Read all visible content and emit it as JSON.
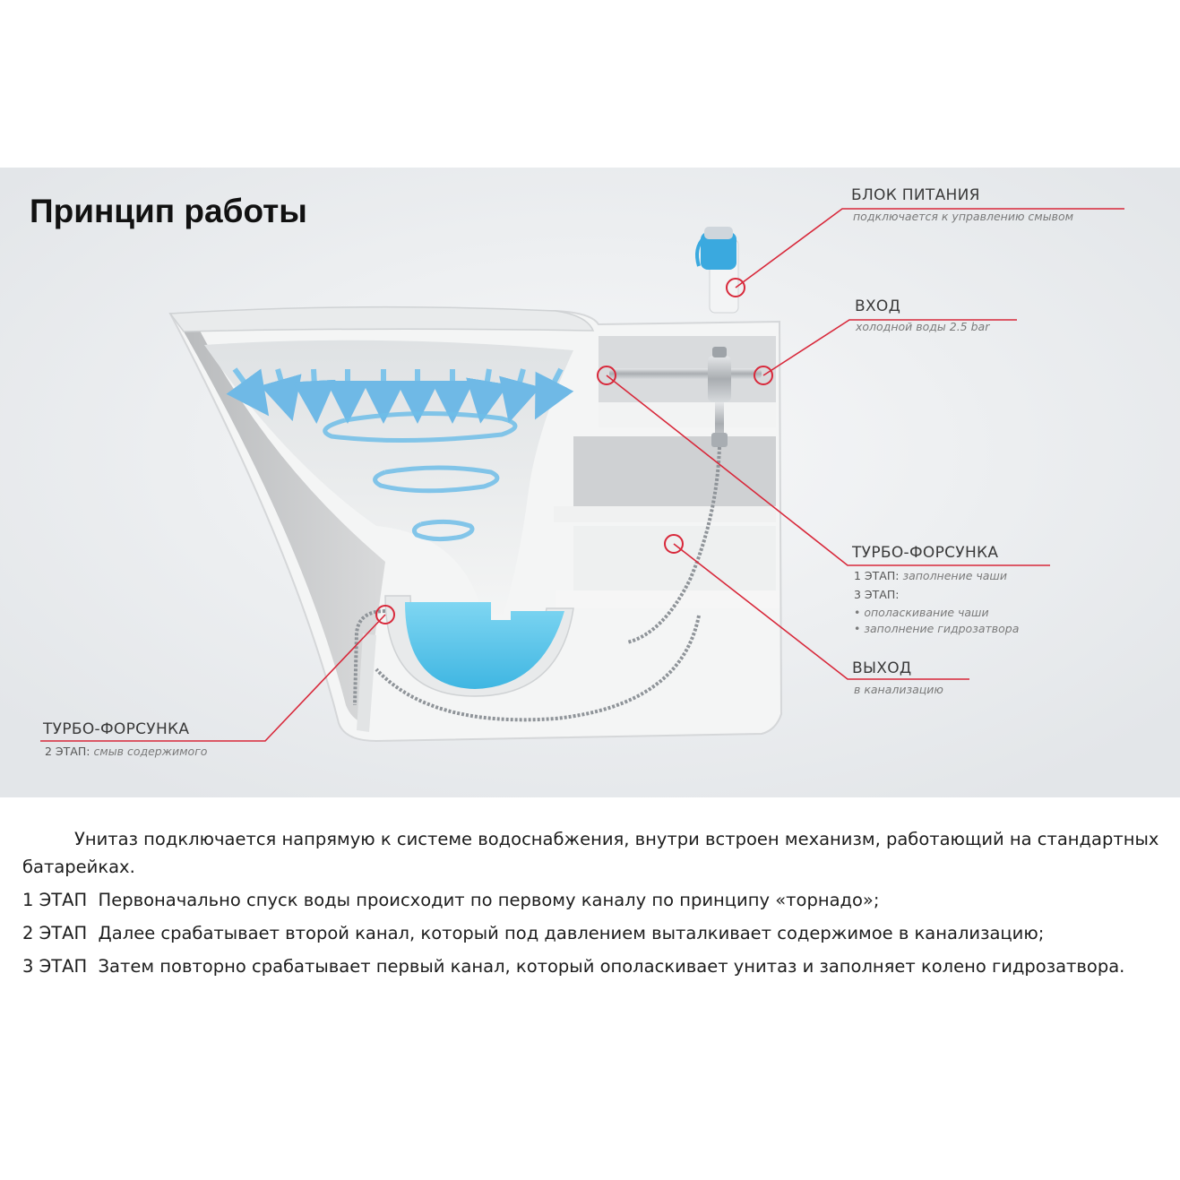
{
  "title": "Принцип работы",
  "callouts": {
    "power": {
      "heading": "БЛОК ПИТАНИЯ",
      "sub": "подключается к управлению смывом"
    },
    "inlet": {
      "heading": "ВХОД",
      "sub": "холодной воды 2.5 bar"
    },
    "turbo_right": {
      "heading": "ТУРБО-ФОРСУНКА",
      "stage1_label": "1 ЭТАП:",
      "stage1_text": "заполнение чаши",
      "stage3_label": "3 ЭТАП:",
      "stage3_item1": "• ополаскивание чаши",
      "stage3_item2": "• заполнение гидрозатвора"
    },
    "outlet": {
      "heading": "ВЫХОД",
      "sub": "в канализацию"
    },
    "turbo_left": {
      "heading": "ТУРБО-ФОРСУНКА",
      "stage2_label": "2 ЭТАП:",
      "stage2_text": "смыв содержимого"
    }
  },
  "description": {
    "intro": "Унитаз подключается напрямую к системе водоснабжения, внутри встроен механизм, работающий на стандартных батарейках.",
    "stages": [
      {
        "label": "1 ЭТАП",
        "text": "Первоначально спуск воды происходит по первому каналу по принципу «торнадо»;"
      },
      {
        "label": "2 ЭТАП",
        "text": "Далее срабатывает второй канал, который под давлением выталкивает содержимое в канализацию;"
      },
      {
        "label": "3 ЭТАП",
        "text": "Затем повторно срабатывает первый канал, который ополаскивает унитаз и заполняет колено гидрозатвора."
      }
    ]
  },
  "colors": {
    "callout_line": "#d8283a",
    "water": "#5cc8ea",
    "arrow": "#7fc4ea",
    "ceramic": "#f3f4f4",
    "ceramic_shade": "#c9cbcc",
    "background": "#eef0f2"
  }
}
